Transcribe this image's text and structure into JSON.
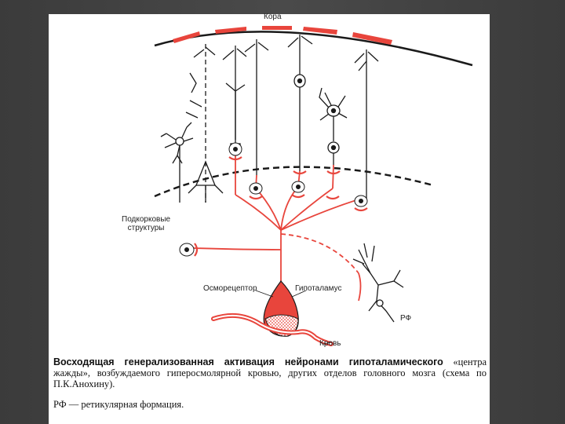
{
  "labels": {
    "cortex": "Кора",
    "subcortical": "Подкорковые\nструктуры",
    "osmoreceptor": "Осморецептор",
    "hypothalamus": "Гипоталамус",
    "rf": "РФ",
    "blood": "Кровь"
  },
  "caption": {
    "lead": "Восходящая генерализованная активация нейронами гипоталамического",
    "rest": "«центра жажды», возбуждаемого гиперосмолярной кровью, других отделов головного мозга (схема по П.К.Анохину).",
    "rf_note": "РФ — ретикулярная формация."
  },
  "colors": {
    "red": "#e8453c",
    "ink": "#1a1a1a",
    "background": "#444444"
  }
}
